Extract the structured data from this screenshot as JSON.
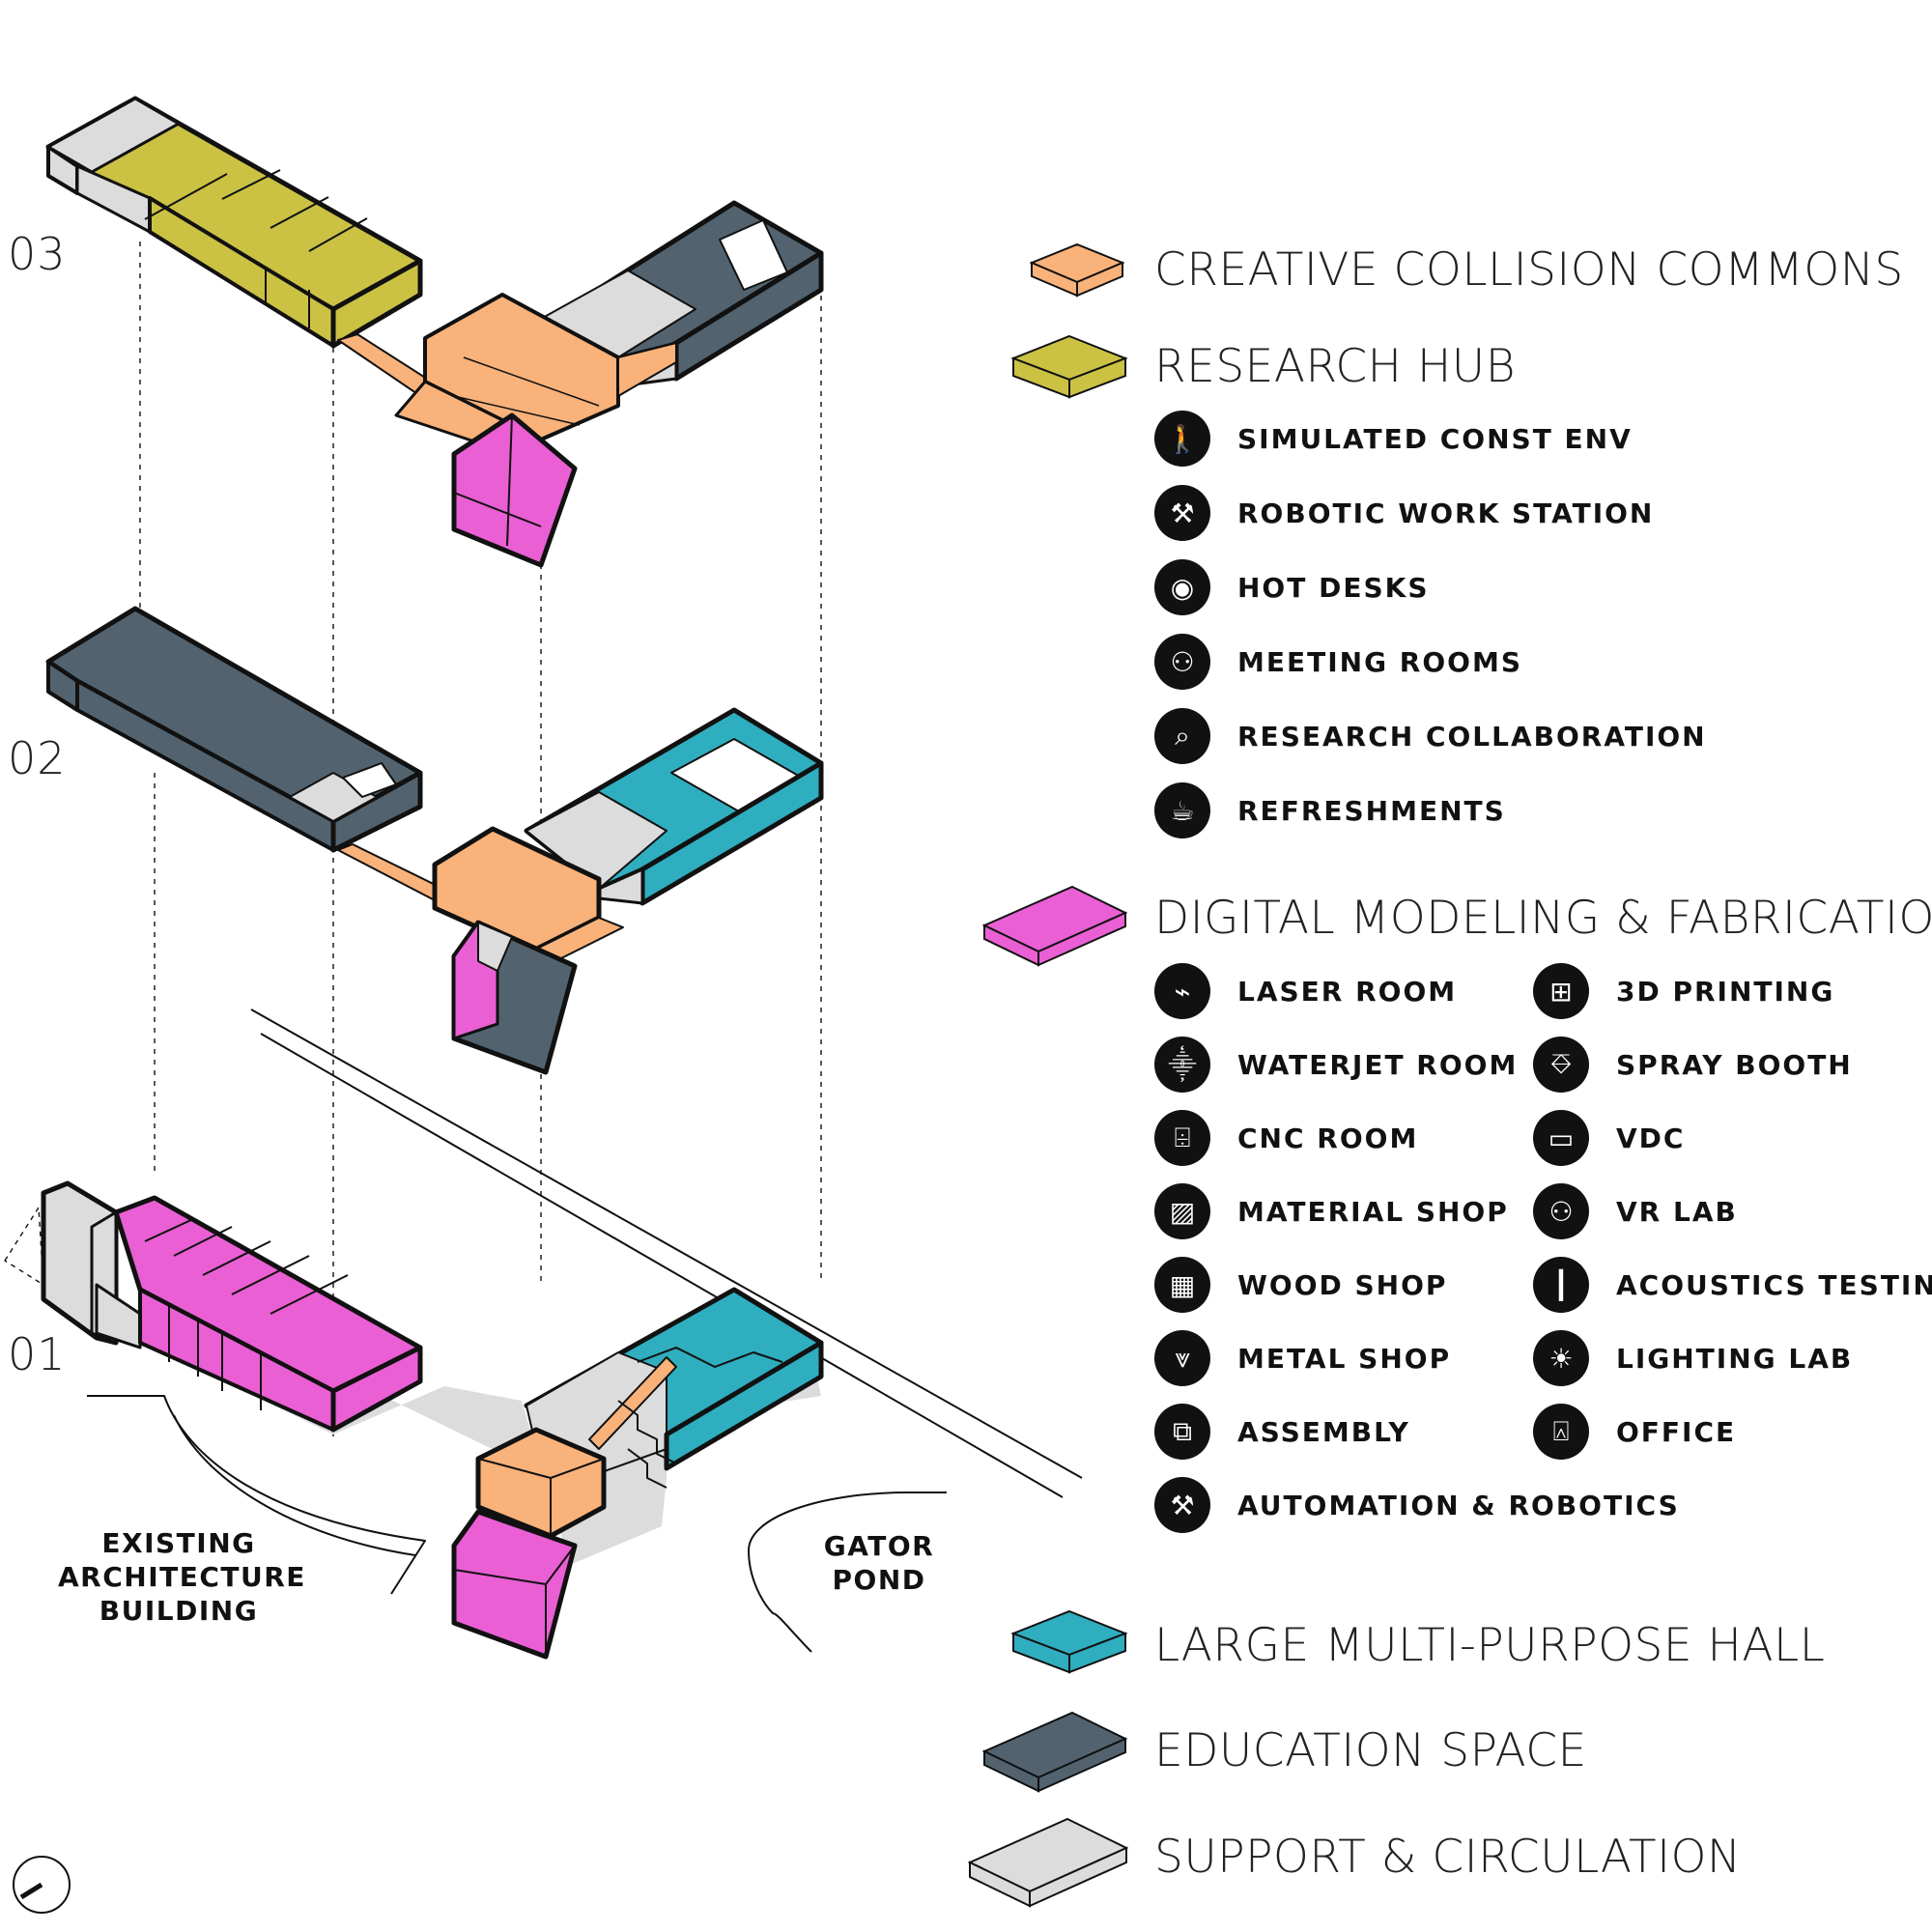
{
  "levels": [
    "03",
    "02",
    "01"
  ],
  "site_labels": {
    "existing_building": [
      "EXISTING",
      "ARCHITECTURE",
      "BUILDING"
    ],
    "pond": [
      "GATOR",
      "POND"
    ]
  },
  "colors": {
    "creative_collision_commons": "#F9B27A",
    "research_hub": "#CBC244",
    "digital_modeling_fabrication": "#EA5FD4",
    "large_multi_purpose_hall": "#2FAEBF",
    "education_space": "#52636F",
    "support_circulation": "#DCDCDC",
    "outline": "#111111"
  },
  "legend": {
    "categories": [
      {
        "label": "CREATIVE COLLISION COMMONS",
        "color": "#F9B27A"
      },
      {
        "label": "RESEARCH HUB",
        "color": "#CBC244"
      },
      {
        "label": "DIGITAL MODELING & FABRICATION",
        "color": "#EA5FD4"
      },
      {
        "label": "LARGE MULTI-PURPOSE HALL",
        "color": "#2FAEBF"
      },
      {
        "label": "EDUCATION SPACE",
        "color": "#52636F"
      },
      {
        "label": "SUPPORT & CIRCULATION",
        "color": "#DCDCDC"
      }
    ],
    "research_hub_items": [
      {
        "label": "SIMULATED CONST ENV",
        "icon": "worker-icon"
      },
      {
        "label": "ROBOTIC WORK STATION",
        "icon": "robot-arm-icon"
      },
      {
        "label": "HOT DESKS",
        "icon": "power-outlet-icon"
      },
      {
        "label": "MEETING ROOMS",
        "icon": "meeting-icon"
      },
      {
        "label": "RESEARCH COLLABORATION",
        "icon": "magnifier-chart-icon"
      },
      {
        "label": "REFRESHMENTS",
        "icon": "cup-icon"
      }
    ],
    "fabrication_items_left": [
      {
        "label": "LASER ROOM",
        "icon": "laser-icon"
      },
      {
        "label": "WATERJET ROOM",
        "icon": "waterjet-icon"
      },
      {
        "label": "CNC ROOM",
        "icon": "cnc-icon"
      },
      {
        "label": "MATERIAL SHOP",
        "icon": "material-icon"
      },
      {
        "label": "WOOD SHOP",
        "icon": "wood-icon"
      },
      {
        "label": "METAL SHOP",
        "icon": "metal-icon"
      },
      {
        "label": "ASSEMBLY",
        "icon": "assembly-icon"
      },
      {
        "label": "AUTOMATION & ROBOTICS",
        "icon": "robot-arm-icon"
      }
    ],
    "fabrication_items_right": [
      {
        "label": "3D PRINTING",
        "icon": "printer-3d-icon"
      },
      {
        "label": "SPRAY BOOTH",
        "icon": "spray-can-icon"
      },
      {
        "label": "VDC",
        "icon": "monitor-icon"
      },
      {
        "label": "VR LAB",
        "icon": "vr-headset-icon"
      },
      {
        "label": "ACOUSTICS TESTING",
        "icon": "sound-wave-icon"
      },
      {
        "label": "LIGHTING LAB",
        "icon": "lightbulb-icon"
      },
      {
        "label": "OFFICE",
        "icon": "desk-icon"
      }
    ]
  }
}
